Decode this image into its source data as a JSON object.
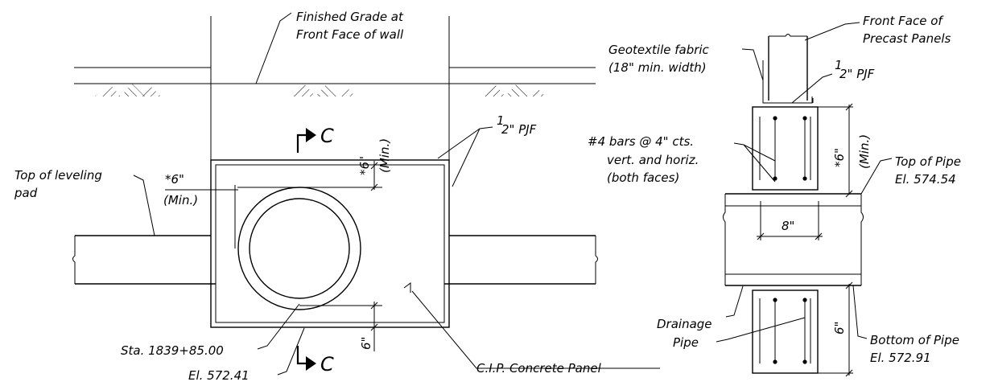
{
  "labels": {
    "finished_grade_1": "Finished Grade at",
    "finished_grade_2": "Front Face of wall",
    "front_face_1": "Front Face of",
    "front_face_2": "Precast Panels",
    "geotextile_1": "Geotextile fabric",
    "geotextile_2": "(18\" min. width)",
    "pjf_right_sup": "1",
    "pjf_right_text": "2\" PJF",
    "pjf_left_sup": "1",
    "pjf_left_text": "2\" PJF",
    "bars_1": "#4 bars @ 4\" cts.",
    "bars_2": "vert. and horiz.",
    "bars_3": "(both faces)",
    "top_pipe_1": "Top of Pipe",
    "top_pipe_2": "El. 574.54",
    "bottom_pipe_1": "Bottom of Pipe",
    "bottom_pipe_2": "El. 572.91",
    "drainage_1": "Drainage",
    "drainage_2": "Pipe",
    "leveling_1": "Top of leveling",
    "leveling_2": "pad",
    "dim_left_six": "*6\"",
    "dim_left_min": "(Min.)",
    "dim_top_six": "*6\"",
    "dim_top_min": "(Min.)",
    "dim_bottom_six": "6\"",
    "dim_right_top_six": "*6\"",
    "dim_right_top_min": "(Min.)",
    "dim_right_bottom_six": "6\"",
    "dim_eight": "8\"",
    "section_top": "C",
    "section_bottom": "C",
    "station": "Sta. 1839+85.00",
    "elevation": "El. 572.41",
    "cip_panel": "C.I.P. Concrete Panel"
  }
}
